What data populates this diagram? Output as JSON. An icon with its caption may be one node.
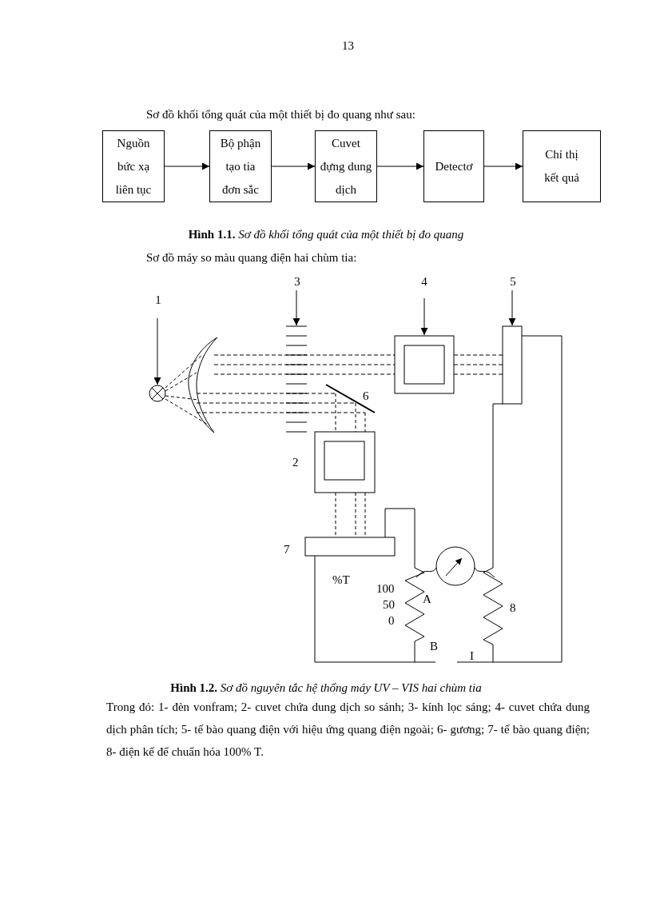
{
  "diagram": {
    "nodes": [
      {
        "text": [
          "Nguồn bức xạ liên tục"
        ]
      },
      {
        "text": [
          "Bộ phận tạo tia đơn sắc"
        ]
      },
      {
        "text": [
          "Cuvet đựng dung dịch"
        ]
      },
      {
        "text": [
          "Detectơ"
        ]
      },
      {
        "text": [
          "Chỉ thị kết quả"
        ]
      },
      {
        "text": [
          "1"
        ]
      },
      {
        "text": [],
        "shape": "circle"
      },
      {
        "text": [
          "3"
        ]
      },
      {
        "text": [],
        "shape": "bar"
      },
      {
        "text": [
          "4"
        ]
      },
      {
        "text": [],
        "shape": "box"
      },
      {
        "text": [
          "5"
        ]
      },
      {
        "text": [],
        "shape": "bar"
      }
    ],
    "edges": [
      {
        "from": 0,
        "to": 1,
        "arrow": "to"
      },
      {
        "from": 1,
        "to": 2,
        "arrow": "to"
      },
      {
        "from": 2,
        "to": 3,
        "arrow": "to"
      },
      {
        "from": 3,
        "to": 4,
        "arrow": "to"
      },
      {
        "from": 5,
        "to": 6,
        "arrow": "to"
      },
      {
        "from": 7,
        "to": 8,
        "arrow": "to"
      },
      {
        "from": 9,
        "to": 10,
        "arrow": "to"
      },
      {
        "from": 11,
        "to": 12,
        "arrow": "to"
      }
    ],
    "labels": [
      "13",
      "Sơ đồ khối tổng quát của một thiết bị đo quang như sau:",
      "**Hình 1.1.** *Sơ đồ khối tổng quát của một thiết bị đo quang*",
      "Sơ đồ máy so màu quang điện hai chùm tia:",
      "6",
      "2",
      "7",
      "%T",
      "100",
      "50",
      "0",
      "A",
      "8",
      "B",
      "I",
      "**Hình 1.2.** *Sơ đồ nguyên tắc hệ thống máy UV – VIS hai chùm tia*",
      "Trong đó: 1- đèn vonfram; 2- cuvet chứa dung dịch so sánh; 3- kính lọc sáng; 4- cuvet chứa dung dịch phân tích; 5- tế bào quang điện với hiệu ứng quang điện ngoài; 6- gương; 7- tế bào quang điện; 8- điện kế để chuẩn hóa 100% T."
    ]
  }
}
